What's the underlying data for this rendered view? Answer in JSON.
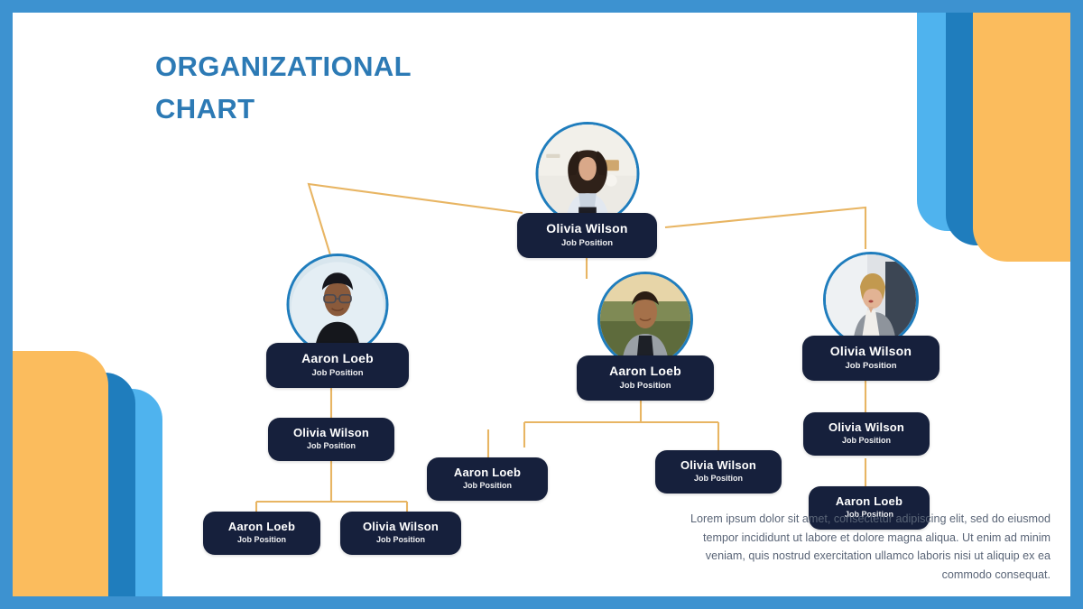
{
  "slide": {
    "title_line1": "ORGANIZATIONAL",
    "title_line2": "CHART",
    "accent_blue": "#2c7ab5",
    "frame_blue": "#3d92d0",
    "card_navy": "#16203c",
    "connector_amber": "#e8b563",
    "deco_amber": "#fbbc5d",
    "deco_light_blue": "#4fb3ee",
    "deco_dark_blue": "#1f7dbd"
  },
  "nodes": {
    "root": {
      "name": "Olivia Wilson",
      "position": "Job Position",
      "photo": "woman-white-blazer-portrait"
    },
    "left": {
      "name": "Aaron Loeb",
      "position": "Job Position",
      "photo": "man-glasses-portrait"
    },
    "middle": {
      "name": "Aaron Loeb",
      "position": "Job Position",
      "photo": "young-man-outdoors-portrait"
    },
    "right": {
      "name": "Olivia Wilson",
      "position": "Job Position",
      "photo": "woman-grey-blazer-portrait"
    },
    "left_child": {
      "name": "Olivia Wilson",
      "position": "Job Position"
    },
    "left_leaf_1": {
      "name": "Aaron Loeb",
      "position": "Job Position"
    },
    "left_leaf_2": {
      "name": "Olivia Wilson",
      "position": "Job Position"
    },
    "center_standalone": {
      "name": "Aaron Loeb",
      "position": "Job Position"
    },
    "middle_child_right": {
      "name": "Olivia Wilson",
      "position": "Job Position"
    },
    "right_child": {
      "name": "Olivia Wilson",
      "position": "Job Position"
    },
    "right_leaf": {
      "name": "Aaron Loeb",
      "position": "Job Position"
    }
  },
  "blurb": {
    "text": "Lorem ipsum dolor sit amet, consectetur adipiscing elit, sed do eiusmod tempor incididunt ut labore et dolore magna aliqua. Ut enim ad minim veniam, quis nostrud exercitation ullamco laboris nisi ut aliquip ex ea commodo consequat."
  }
}
